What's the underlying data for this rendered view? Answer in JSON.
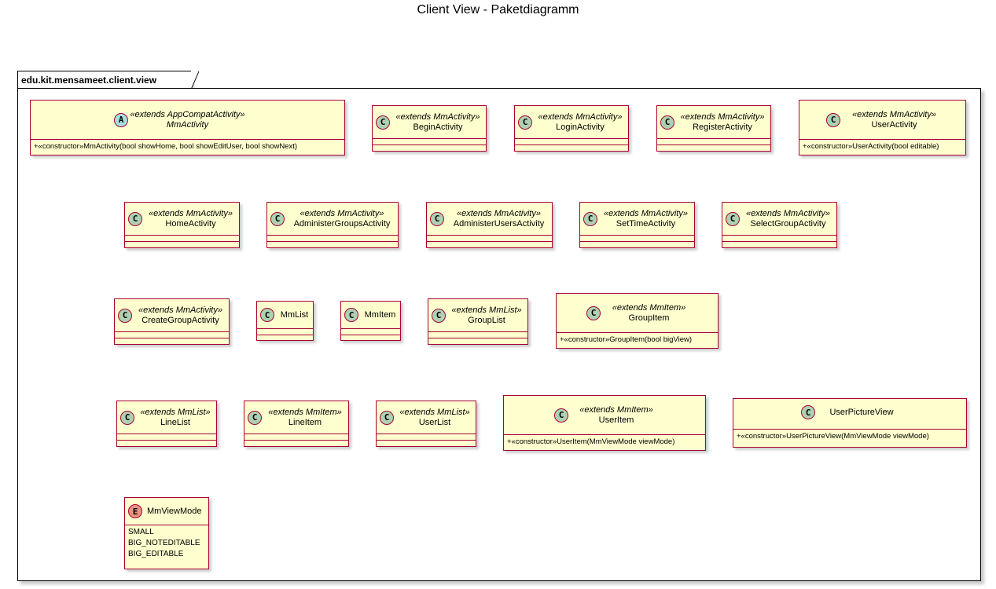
{
  "title": "Client View - Paketdiagramm",
  "package": "edu.kit.mensameet.client.view",
  "classes": {
    "mm_activity": {
      "badge": "A",
      "stereotype": "«extends AppCompatActivity»",
      "name": "MmActivity",
      "member": "+«constructor»MmActivity(bool showHome, bool showEditUser, bool showNext)"
    },
    "begin_activity": {
      "badge": "C",
      "stereotype": "«extends MmActivity»",
      "name": "BeginActivity"
    },
    "login_activity": {
      "badge": "C",
      "stereotype": "«extends MmActivity»",
      "name": "LoginActivity"
    },
    "register_activity": {
      "badge": "C",
      "stereotype": "«extends MmActivity»",
      "name": "RegisterActivity"
    },
    "user_activity": {
      "badge": "C",
      "stereotype": "«extends MmActivity»",
      "name": "UserActivity",
      "member": "+«constructor»UserActivity(bool editable)"
    },
    "home_activity": {
      "badge": "C",
      "stereotype": "«extends MmActivity»",
      "name": "HomeActivity"
    },
    "administer_groups_activity": {
      "badge": "C",
      "stereotype": "«extends MmActivity»",
      "name": "AdministerGroupsActivity"
    },
    "administer_users_activity": {
      "badge": "C",
      "stereotype": "«extends MmActivity»",
      "name": "AdministerUsersActivity"
    },
    "set_time_activity": {
      "badge": "C",
      "stereotype": "«extends MmActivity»",
      "name": "SetTimeActivity"
    },
    "select_group_activity": {
      "badge": "C",
      "stereotype": "«extends MmActivity»",
      "name": "SelectGroupActivity"
    },
    "create_group_activity": {
      "badge": "C",
      "stereotype": "«extends MmActivity»",
      "name": "CreateGroupActivity"
    },
    "mm_list": {
      "badge": "C",
      "name": "MmList"
    },
    "mm_item": {
      "badge": "C",
      "name": "MmItem"
    },
    "group_list": {
      "badge": "C",
      "stereotype": "«extends MmList»",
      "name": "GroupList"
    },
    "group_item": {
      "badge": "C",
      "stereotype": "«extends MmItem»",
      "name": "GroupItem",
      "member": "+«constructor»GroupItem(bool bigView)"
    },
    "line_list": {
      "badge": "C",
      "stereotype": "«extends MmList»",
      "name": "LineList"
    },
    "line_item": {
      "badge": "C",
      "stereotype": "«extends MmItem»",
      "name": "LineItem"
    },
    "user_list": {
      "badge": "C",
      "stereotype": "«extends MmList»",
      "name": "UserList"
    },
    "user_item": {
      "badge": "C",
      "stereotype": "«extends MmItem»",
      "name": "UserItem",
      "member": "+«constructor»UserItem(MmViewMode viewMode)"
    },
    "user_picture_view": {
      "badge": "C",
      "name": "UserPictureView",
      "member": "+«constructor»UserPictureView(MmViewMode viewMode)"
    },
    "mm_view_mode": {
      "badge": "E",
      "name": "MmViewMode",
      "values": [
        "SMALL",
        "BIG_NOTEDITABLE",
        "BIG_EDITABLE"
      ]
    }
  }
}
